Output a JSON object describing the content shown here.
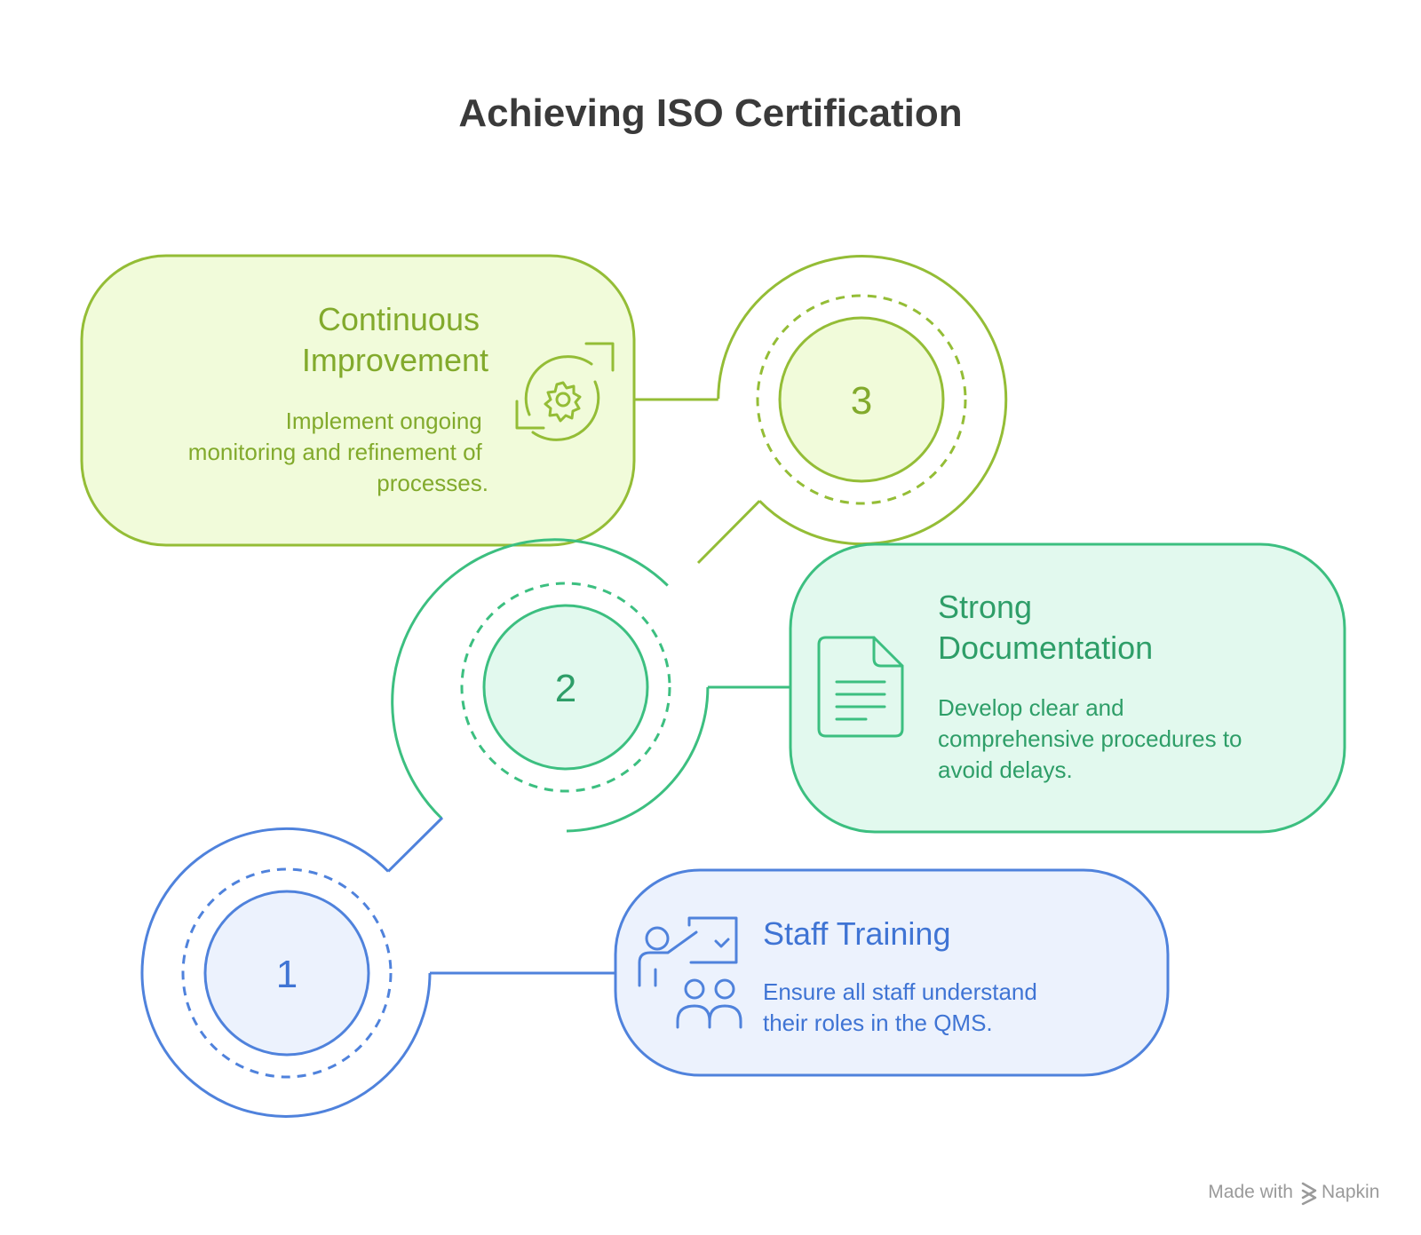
{
  "title": "Achieving ISO Certification",
  "steps": [
    {
      "number": "1",
      "title": [
        "Staff Training"
      ],
      "description": [
        "Ensure all staff understand",
        "their roles in the QMS."
      ],
      "icon": "staff-training-icon",
      "stroke": "#4f82dc",
      "fill": "#ecf2fd",
      "text": "#3f74d4"
    },
    {
      "number": "2",
      "title": [
        "Strong",
        "Documentation"
      ],
      "description": [
        "Develop clear and",
        "comprehensive procedures to",
        "avoid delays."
      ],
      "icon": "document-icon",
      "stroke": "#3cbf80",
      "fill": "#e2f9ee",
      "text": "#2e9e68"
    },
    {
      "number": "3",
      "title": [
        "Continuous",
        "Improvement"
      ],
      "description": [
        "Implement ongoing",
        "monitoring and refinement of",
        "processes."
      ],
      "icon": "gear-cycle-icon",
      "stroke": "#94bd36",
      "fill": "#f1fbda",
      "text": "#82aa2c"
    }
  ],
  "footer": {
    "made_with": "Made with",
    "brand": "Napkin",
    "icon": "napkin-logo-icon"
  }
}
